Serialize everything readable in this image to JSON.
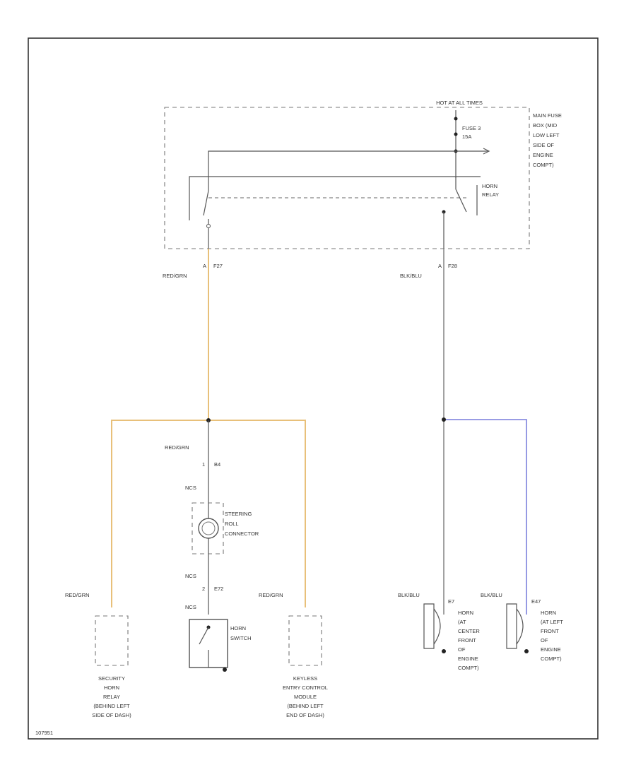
{
  "colors": {
    "background": "#ffffff",
    "line": "#555555",
    "frame": "#333333",
    "wire_red_grn": "#e8c07a",
    "wire_blk_blu": "#8b8fe0"
  },
  "fuse_box": {
    "hot_label": "HOT AT ALL TIMES",
    "name_lines": [
      "MAIN FUSE",
      "BOX (MID",
      "LOW LEFT",
      "SIDE OF",
      "ENGINE",
      "COMPT)"
    ],
    "fuse_lines": [
      "FUSE 3",
      "15A"
    ],
    "relay_lines": [
      "HORN",
      "RELAY"
    ]
  },
  "terminals": {
    "f27": "F27",
    "f28": "F28",
    "b4": "B4",
    "e72": "E72",
    "e7": "E7",
    "e47": "E47",
    "a": "A",
    "one": "1",
    "two": "2"
  },
  "wires": {
    "red_grn": "RED/GRN",
    "blk_blu": "BLK/BLU",
    "ncs": "NCS"
  },
  "components": {
    "steering_roll": [
      "STEERING",
      "ROLL",
      "CONNECTOR"
    ],
    "horn_switch": [
      "HORN",
      "SWITCH"
    ],
    "security_relay": [
      "SECURITY",
      "HORN",
      "RELAY",
      "(BEHIND LEFT",
      "SIDE OF DASH)"
    ],
    "keyless": [
      "KEYLESS",
      "ENTRY CONTROL",
      "MODULE",
      "(BEHIND LEFT",
      "END OF DASH)"
    ],
    "horn_center": [
      "HORN",
      "(AT",
      "CENTER",
      "FRONT",
      "OF",
      "ENGINE",
      "COMPT)"
    ],
    "horn_left": [
      "HORN",
      "(AT LEFT",
      "FRONT",
      "OF",
      "ENGINE",
      "COMPT)"
    ]
  },
  "footer_code": "107951"
}
